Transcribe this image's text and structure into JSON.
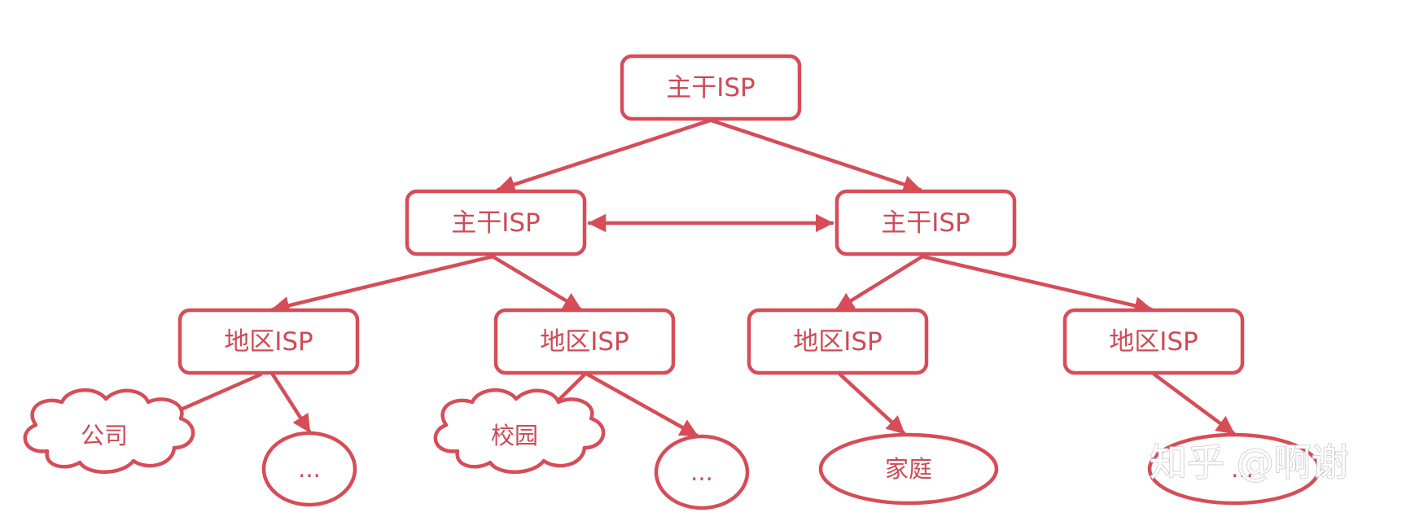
{
  "diagram": {
    "colors": {
      "stroke": "#d64d57",
      "text": "#cf4a55",
      "background": "#ffffff",
      "watermark": "#c9c9c9"
    },
    "nodes": {
      "backbone_top": "主干ISP",
      "backbone_left": "主干ISP",
      "backbone_right": "主干ISP",
      "regional_1": "地区ISP",
      "regional_2": "地区ISP",
      "regional_3": "地区ISP",
      "regional_4": "地区ISP"
    },
    "leaves": {
      "company": "公司",
      "ellipsis_1": "...",
      "campus": "校园",
      "ellipsis_2": "...",
      "home": "家庭",
      "ellipsis_3": "..."
    },
    "edges": [
      {
        "from": "backbone_top",
        "to": "backbone_left",
        "type": "directed"
      },
      {
        "from": "backbone_top",
        "to": "backbone_right",
        "type": "directed"
      },
      {
        "from": "backbone_left",
        "to": "backbone_right",
        "type": "bidirectional"
      },
      {
        "from": "backbone_left",
        "to": "regional_1",
        "type": "directed"
      },
      {
        "from": "backbone_left",
        "to": "regional_2",
        "type": "directed"
      },
      {
        "from": "backbone_right",
        "to": "regional_3",
        "type": "directed"
      },
      {
        "from": "backbone_right",
        "to": "regional_4",
        "type": "directed"
      },
      {
        "from": "regional_1",
        "to": "company",
        "type": "directed"
      },
      {
        "from": "regional_1",
        "to": "ellipsis_1",
        "type": "directed"
      },
      {
        "from": "regional_2",
        "to": "campus",
        "type": "directed"
      },
      {
        "from": "regional_2",
        "to": "ellipsis_2",
        "type": "directed"
      },
      {
        "from": "regional_3",
        "to": "home",
        "type": "directed"
      },
      {
        "from": "regional_4",
        "to": "ellipsis_3",
        "type": "directed"
      }
    ],
    "watermark": "知乎 @啊谢"
  }
}
